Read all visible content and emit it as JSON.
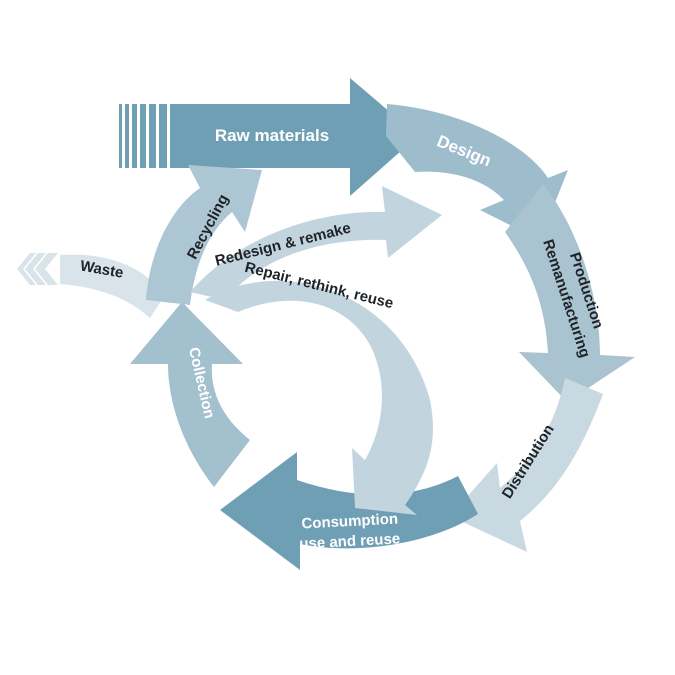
{
  "diagram": {
    "colors": {
      "dark": "#6f9fb4",
      "mid": "#9dbdcc",
      "light": "#c2d5df",
      "pale": "#d9e4ea"
    },
    "labels": {
      "raw_materials": "Raw materials",
      "design": "Design",
      "production": "Production",
      "remanufacturing": "Remanufacturing",
      "distribution": "Distribution",
      "consumption": "Consumption",
      "use_and_reuse": "use and reuse",
      "collection": "Collection",
      "recycling": "Recycling",
      "waste": "Waste",
      "redesign_remake": "Redesign & remake",
      "repair_rethink_reuse": "Repair, rethink, reuse"
    }
  }
}
